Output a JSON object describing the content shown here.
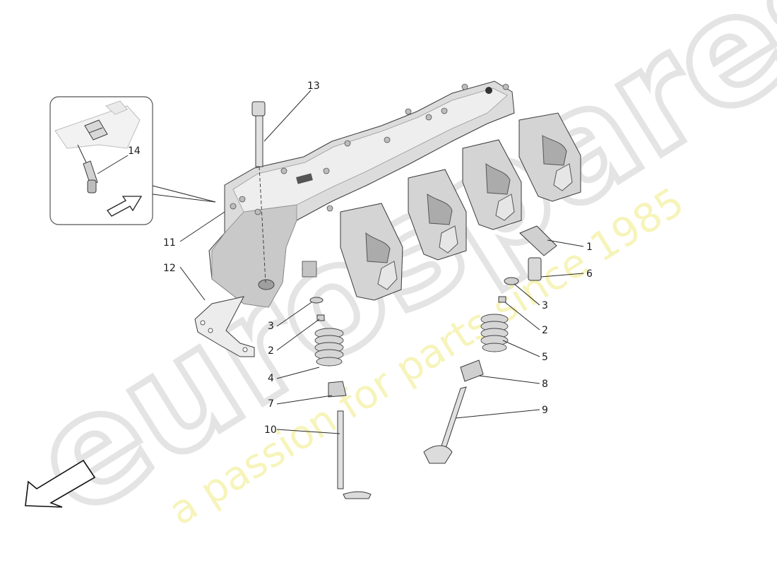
{
  "watermark": {
    "brand": "eurospares",
    "tagline": "a passion for parts since 1985"
  },
  "callouts": {
    "c1": "1",
    "c2a": "2",
    "c2b": "2",
    "c3a": "3",
    "c3b": "3",
    "c4": "4",
    "c5": "5",
    "c6": "6",
    "c7": "7",
    "c8": "8",
    "c9": "9",
    "c10": "10",
    "c11": "11",
    "c12": "12",
    "c13": "13",
    "c14": "14"
  },
  "icons": {
    "inset_arrow": "direction-arrow-icon",
    "front_arrow": "front-direction-arrow-icon"
  }
}
